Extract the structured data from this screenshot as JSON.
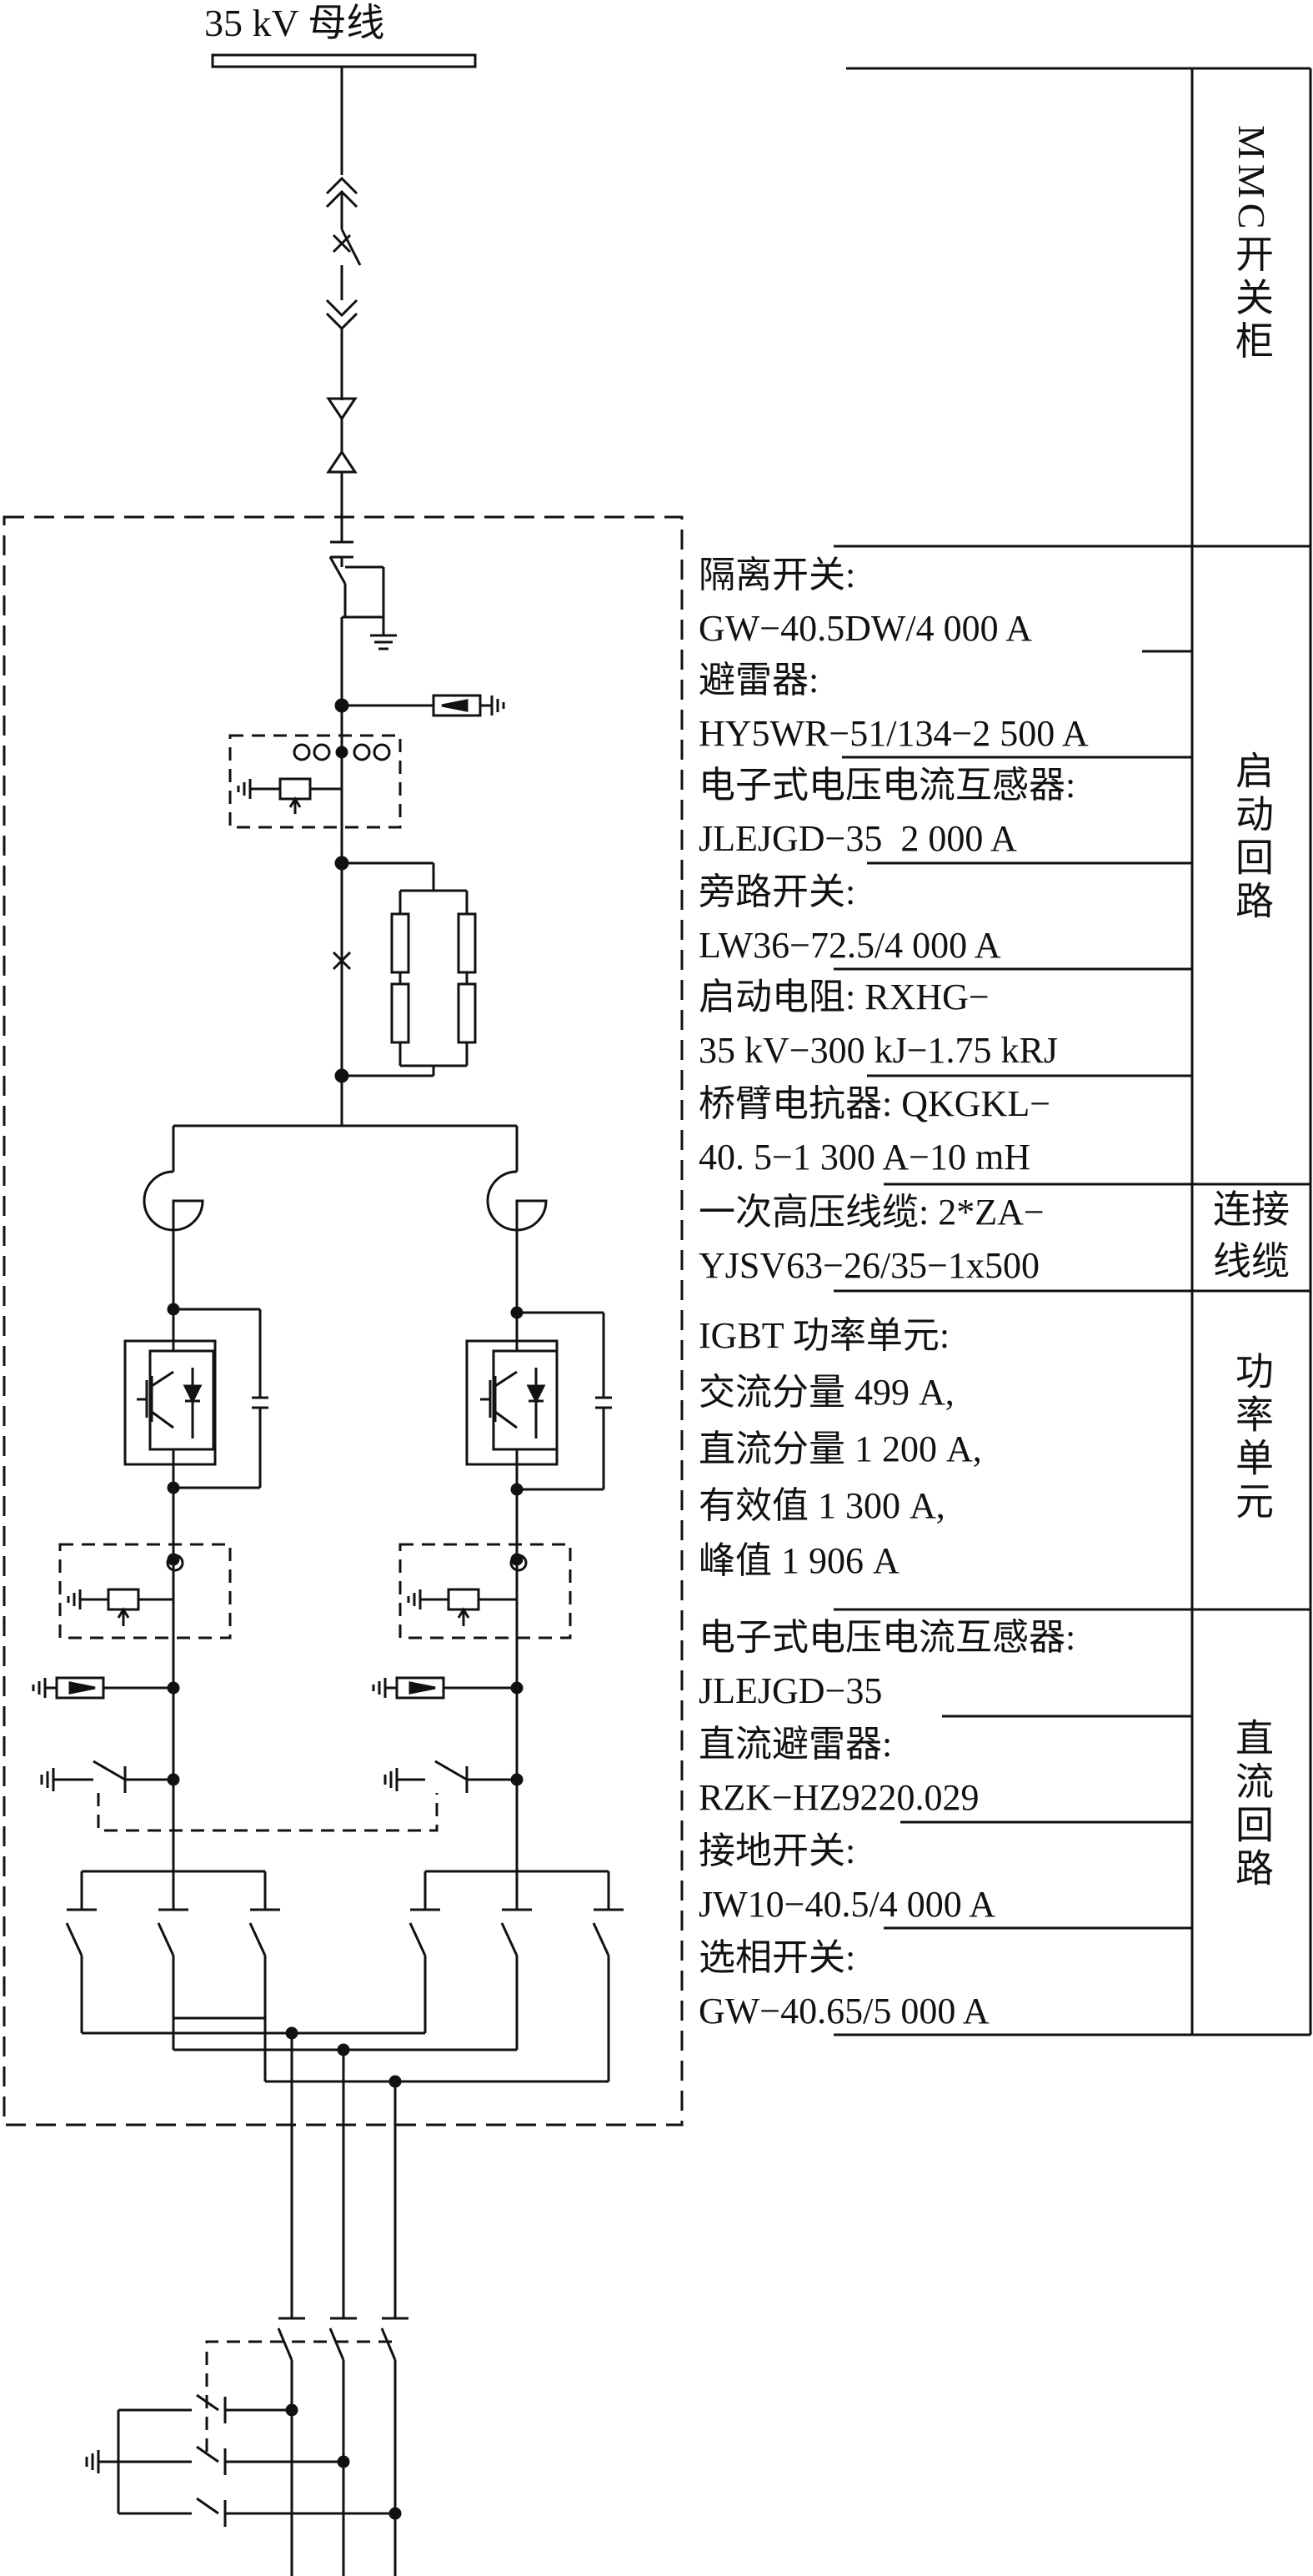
{
  "bus_label": "35 kV 母线",
  "categories": {
    "cabinet": "MMC开关柜",
    "startup": "启动回路",
    "cable": "连接线缆",
    "power_unit": "功率单元",
    "dc": "直流回路"
  },
  "startup_labels": [
    "隔离开关:",
    "GW−40.5DW/4 000 A",
    "避雷器:",
    "HY5WR−51/134−2 500 A",
    "电子式电压电流互感器:",
    "JLEJGD−35  2 000 A",
    "旁路开关:",
    "LW36−72.5/4 000 A",
    "启动电阻: RXHG−",
    "35 kV−300 kJ−1.75 kRJ",
    "桥臂电抗器: QKGKL−",
    "40. 5−1 300 A−10 mH"
  ],
  "cable_labels": [
    "一次高压线缆: 2*ZA−",
    "YJSV63−26/35−1x500"
  ],
  "power_labels": [
    "IGBT 功率单元:",
    "交流分量 499 A,",
    "直流分量 1 200 A,",
    "有效值 1 300 A,",
    "峰值 1 906 A"
  ],
  "dc_labels": [
    "电子式电压电流互感器:",
    "JLEJGD−35",
    "直流避雷器:",
    "RZK−HZ9220.029",
    "接地开关:",
    "JW10−40.5/4 000 A",
    "选相开关:",
    "GW−40.65/5 000 A"
  ]
}
